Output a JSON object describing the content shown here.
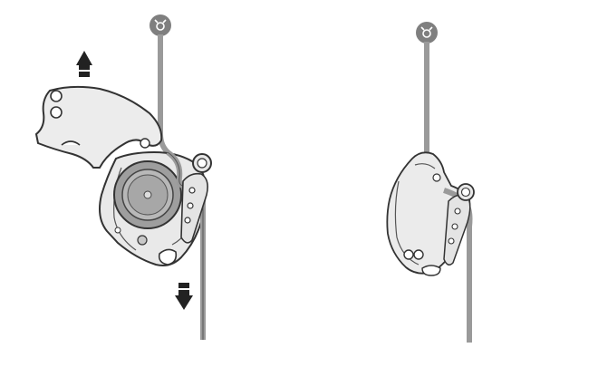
{
  "figure": {
    "panels": [
      {
        "id": "left",
        "description_icon": "anchor-swivel-icon",
        "state": "open",
        "arrows": [
          "arrow-up-icon",
          "arrow-down-icon"
        ]
      },
      {
        "id": "right",
        "description_icon": "anchor-swivel-icon",
        "state": "closed",
        "arrows": []
      }
    ],
    "colors": {
      "rope": "#aaaaaa",
      "rope_dark": "#8a8a8a",
      "outline": "#333333",
      "device_fill": "#e8e8e8",
      "device_shade": "#cfcfcf",
      "sheave": "#9a9a9a",
      "arrow": "#222222",
      "anchor": "#7f7f7f"
    }
  }
}
